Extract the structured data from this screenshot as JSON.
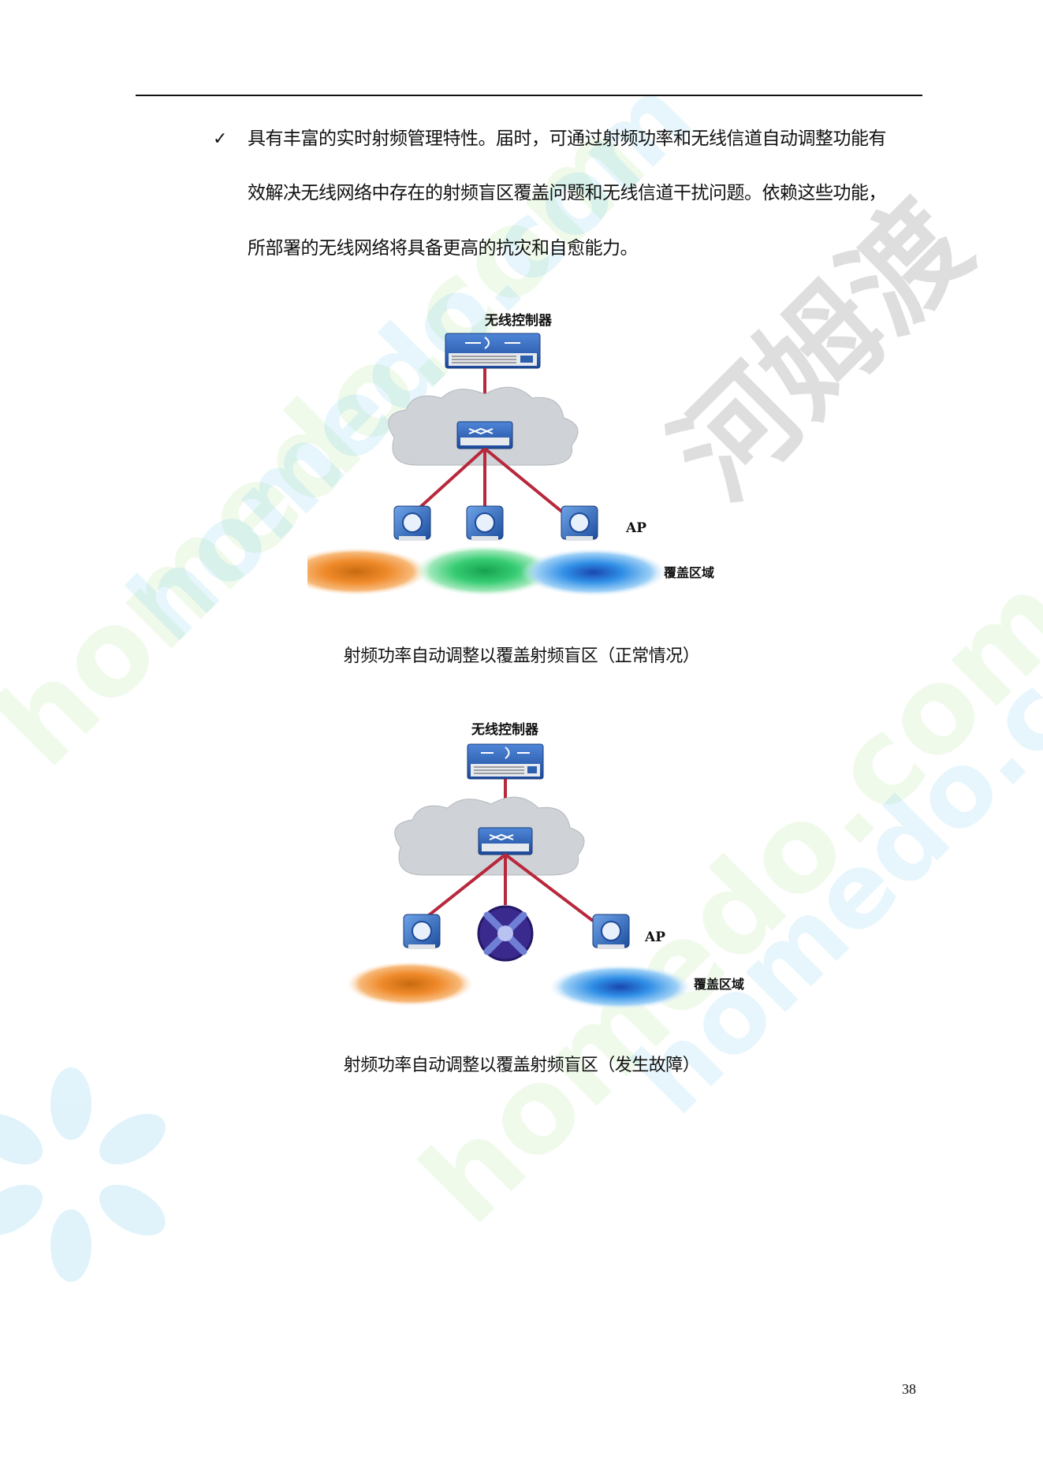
{
  "bullet": {
    "mark": "✓",
    "lines": [
      "具有丰富的实时射频管理特性。届时，可通过射频功率和无线信道自动调整功能有",
      "效解决无线网络中存在的射频盲区覆盖问题和无线信道干扰问题。依赖这些功能，",
      "所部署的无线网络将具备更高的抗灾和自愈能力。"
    ]
  },
  "figure1": {
    "controller_label": "无线控制器",
    "ap_label": "AP",
    "coverage_label": "覆盖区域",
    "caption": "射频功率自动调整以覆盖射频盲区（正常情况）"
  },
  "figure2": {
    "controller_label": "无线控制器",
    "ap_label": "AP",
    "coverage_label": "覆盖区域",
    "caption": "射频功率自动调整以覆盖射频盲区（发生故障）"
  },
  "watermark": {
    "brand_text": "homedo.com",
    "cn_text": "河姆渡"
  },
  "page_number": "38",
  "colors": {
    "link_red": "#b8283c",
    "device_blue": "#2d5fae",
    "coverage_orange": "#ec8a2c",
    "coverage_green": "#2fc46a",
    "coverage_blue": "#2b86e0"
  }
}
